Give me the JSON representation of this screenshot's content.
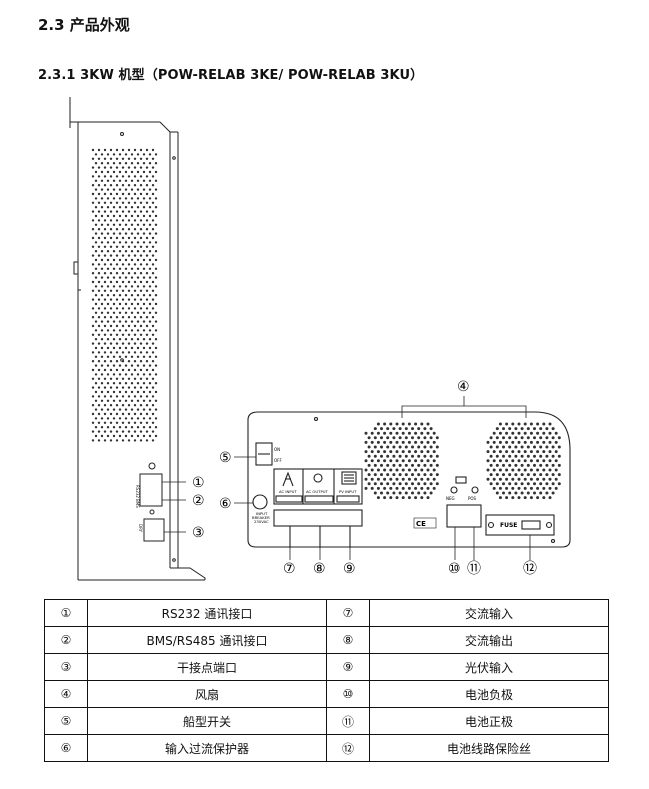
{
  "section_title": "2.3 产品外观",
  "subsection_title": "2.3.1   3KW 机型（POW-RELAB 3KE/ POW-RELAB 3KU）",
  "figure": {
    "callouts": [
      "①",
      "②",
      "③",
      "④",
      "⑤",
      "⑥",
      "⑦",
      "⑧",
      "⑨",
      "⑩",
      "⑪",
      "⑫"
    ],
    "side_labels": {
      "rs232": "RS232",
      "bms": "BMS",
      "dry": "DRY"
    },
    "labels": {
      "on": "ON",
      "off": "OFF",
      "input_breaker_1": "INPUT",
      "input_breaker_2": "BREAKER",
      "input_breaker_3": "230VAC",
      "ac_input": "AC INPUT",
      "ac_output": "AC OUTPUT",
      "pv_input": "PV INPUT",
      "neg": "NEG",
      "pos": "POS",
      "fuse": "FUSE",
      "cert": "CE"
    }
  },
  "table": {
    "rows": [
      {
        "l_num": "①",
        "l_desc": "RS232 通讯接口",
        "r_num": "⑦",
        "r_desc": "交流输入"
      },
      {
        "l_num": "②",
        "l_desc": "BMS/RS485 通讯接口",
        "r_num": "⑧",
        "r_desc": "交流输出"
      },
      {
        "l_num": "③",
        "l_desc": "干接点端口",
        "r_num": "⑨",
        "r_desc": "光伏输入"
      },
      {
        "l_num": "④",
        "l_desc": "风扇",
        "r_num": "⑩",
        "r_desc": "电池负极"
      },
      {
        "l_num": "⑤",
        "l_desc": "船型开关",
        "r_num": "⑪",
        "r_desc": "电池正极"
      },
      {
        "l_num": "⑥",
        "l_desc": "输入过流保护器",
        "r_num": "⑫",
        "r_desc": "电池线路保险丝"
      }
    ]
  }
}
